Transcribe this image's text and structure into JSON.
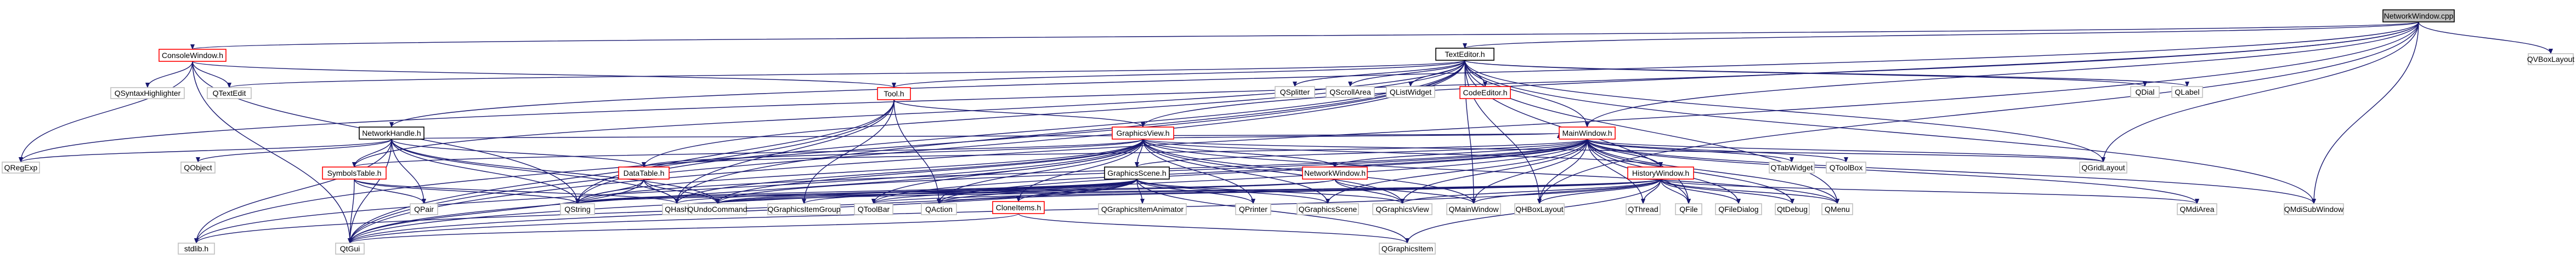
{
  "colors": {
    "edge": "#191970",
    "node_border_default": "#bfbfbf",
    "node_border_linked": "#ff0000",
    "node_fill_default": "#ffffff",
    "node_fill_root": "#bfbfbf",
    "root_border": "#000000"
  },
  "nodes": [
    {
      "id": "root",
      "label": "NetworkWindow.cpp",
      "style": "root"
    },
    {
      "id": "qvboxlayout",
      "label": "QVBoxLayout",
      "style": "plain"
    },
    {
      "id": "consolewindow",
      "label": "ConsoleWindow.h",
      "style": "linked"
    },
    {
      "id": "texteditor",
      "label": "TextEditor.h",
      "style": "normal"
    },
    {
      "id": "qsyntax",
      "label": "QSyntaxHighlighter",
      "style": "plain"
    },
    {
      "id": "qtextedit",
      "label": "QTextEdit",
      "style": "plain"
    },
    {
      "id": "tool",
      "label": "Tool.h",
      "style": "linked"
    },
    {
      "id": "qsplitter",
      "label": "QSplitter",
      "style": "plain"
    },
    {
      "id": "qscrollarea",
      "label": "QScrollArea",
      "style": "plain"
    },
    {
      "id": "qlistwidget",
      "label": "QListWidget",
      "style": "plain"
    },
    {
      "id": "codeeditor",
      "label": "CodeEditor.h",
      "style": "linked"
    },
    {
      "id": "qdial",
      "label": "QDial",
      "style": "plain"
    },
    {
      "id": "qlabel",
      "label": "QLabel",
      "style": "plain"
    },
    {
      "id": "networkhandle",
      "label": "NetworkHandle.h",
      "style": "normal"
    },
    {
      "id": "qregexp",
      "label": "QRegExp",
      "style": "plain"
    },
    {
      "id": "qobject",
      "label": "QObject",
      "style": "plain"
    },
    {
      "id": "graphicsview",
      "label": "GraphicsView.h",
      "style": "linked"
    },
    {
      "id": "mainwindow",
      "label": "MainWindow.h",
      "style": "linked"
    },
    {
      "id": "qtabwidget",
      "label": "QTabWidget",
      "style": "plain"
    },
    {
      "id": "qtoolbox",
      "label": "QToolBox",
      "style": "plain"
    },
    {
      "id": "qgridlayout",
      "label": "QGridLayout",
      "style": "plain"
    },
    {
      "id": "qmdisubwindow",
      "label": "QMdiSubWindow",
      "style": "plain"
    },
    {
      "id": "symbolstable",
      "label": "SymbolsTable.h",
      "style": "linked"
    },
    {
      "id": "datatable",
      "label": "DataTable.h",
      "style": "linked"
    },
    {
      "id": "graphicsscene",
      "label": "GraphicsScene.h",
      "style": "normal"
    },
    {
      "id": "networkwindow",
      "label": "NetworkWindow.h",
      "style": "linked"
    },
    {
      "id": "historywindow",
      "label": "HistoryWindow.h",
      "style": "linked"
    },
    {
      "id": "qpair",
      "label": "QPair",
      "style": "plain"
    },
    {
      "id": "qstring",
      "label": "QString",
      "style": "plain"
    },
    {
      "id": "qhash",
      "label": "QHash",
      "style": "plain"
    },
    {
      "id": "qundocommand",
      "label": "QUndoCommand",
      "style": "plain"
    },
    {
      "id": "qgraphicsitemgroup",
      "label": "QGraphicsItemGroup",
      "style": "plain"
    },
    {
      "id": "qtoolbar",
      "label": "QToolBar",
      "style": "plain"
    },
    {
      "id": "qaction",
      "label": "QAction",
      "style": "plain"
    },
    {
      "id": "cloneitems",
      "label": "CloneItems.h",
      "style": "linked"
    },
    {
      "id": "qgraphicsitemanimator",
      "label": "QGraphicsItemAnimator",
      "style": "plain"
    },
    {
      "id": "qprinter",
      "label": "QPrinter",
      "style": "plain"
    },
    {
      "id": "qgraphicsscene",
      "label": "QGraphicsScene",
      "style": "plain"
    },
    {
      "id": "qgraphicsview",
      "label": "QGraphicsView",
      "style": "plain"
    },
    {
      "id": "qmainwindow",
      "label": "QMainWindow",
      "style": "plain"
    },
    {
      "id": "qhboxlayout",
      "label": "QHBoxLayout",
      "style": "plain"
    },
    {
      "id": "qthread",
      "label": "QThread",
      "style": "plain"
    },
    {
      "id": "qfile",
      "label": "QFile",
      "style": "plain"
    },
    {
      "id": "qfiledialog",
      "label": "QFileDialog",
      "style": "plain"
    },
    {
      "id": "qcdebug",
      "label": "QtDebug",
      "style": "plain"
    },
    {
      "id": "qmenu",
      "label": "QMenu",
      "style": "plain"
    },
    {
      "id": "qmdiarea",
      "label": "QMdiArea",
      "style": "plain"
    },
    {
      "id": "stdlib",
      "label": "stdlib.h",
      "style": "plain"
    },
    {
      "id": "qgui",
      "label": "QtGui",
      "style": "plain"
    },
    {
      "id": "qgraphicsitem",
      "label": "QGraphicsItem",
      "style": "plain"
    }
  ],
  "edges": [
    [
      "root",
      "qvboxlayout"
    ],
    [
      "root",
      "consolewindow"
    ],
    [
      "root",
      "texteditor"
    ],
    [
      "root",
      "networkhandle"
    ],
    [
      "root",
      "mainwindow"
    ],
    [
      "root",
      "graphicsview"
    ],
    [
      "root",
      "qgui"
    ],
    [
      "root",
      "qregexp"
    ],
    [
      "root",
      "qgridlayout"
    ],
    [
      "root",
      "qmdisubwindow"
    ],
    [
      "root",
      "qhboxlayout"
    ],
    [
      "consolewindow",
      "qsyntax"
    ],
    [
      "consolewindow",
      "qtextedit"
    ],
    [
      "consolewindow",
      "tool"
    ],
    [
      "consolewindow",
      "qregexp"
    ],
    [
      "consolewindow",
      "qgui"
    ],
    [
      "consolewindow",
      "qstring"
    ],
    [
      "texteditor",
      "qsplitter"
    ],
    [
      "texteditor",
      "qscrollarea"
    ],
    [
      "texteditor",
      "qlistwidget"
    ],
    [
      "texteditor",
      "codeeditor"
    ],
    [
      "texteditor",
      "qdial"
    ],
    [
      "texteditor",
      "qlabel"
    ],
    [
      "texteditor",
      "qtextedit"
    ],
    [
      "texteditor",
      "tool"
    ],
    [
      "texteditor",
      "mainwindow"
    ],
    [
      "texteditor",
      "qgridlayout"
    ],
    [
      "texteditor",
      "qmdisubwindow"
    ],
    [
      "texteditor",
      "qgui"
    ],
    [
      "texteditor",
      "stdlib"
    ],
    [
      "texteditor",
      "symbolstable"
    ],
    [
      "texteditor",
      "datatable"
    ],
    [
      "texteditor",
      "qstring"
    ],
    [
      "texteditor",
      "qhash"
    ],
    [
      "texteditor",
      "qmainwindow"
    ],
    [
      "texteditor",
      "qhboxlayout"
    ],
    [
      "texteditor",
      "qmenu"
    ],
    [
      "texteditor",
      "qfile"
    ],
    [
      "tool",
      "graphicsview"
    ],
    [
      "tool",
      "qaction"
    ],
    [
      "tool",
      "qgui"
    ],
    [
      "tool",
      "qstring"
    ],
    [
      "tool",
      "qhash"
    ],
    [
      "tool",
      "qgraphicsitemgroup"
    ],
    [
      "networkhandle",
      "qobject"
    ],
    [
      "networkhandle",
      "qregexp"
    ],
    [
      "networkhandle",
      "symbolstable"
    ],
    [
      "networkhandle",
      "datatable"
    ],
    [
      "networkhandle",
      "qstring"
    ],
    [
      "networkhandle",
      "qhash"
    ],
    [
      "networkhandle",
      "qgui"
    ],
    [
      "networkhandle",
      "stdlib"
    ],
    [
      "networkhandle",
      "qpair"
    ],
    [
      "networkhandle",
      "mainwindow"
    ],
    [
      "networkhandle",
      "qundocommand"
    ],
    [
      "graphicsview",
      "graphicsscene"
    ],
    [
      "graphicsview",
      "mainwindow"
    ],
    [
      "graphicsview",
      "qgraphicsview"
    ],
    [
      "graphicsview",
      "qgraphicsscene"
    ],
    [
      "graphicsview",
      "qprinter"
    ],
    [
      "graphicsview",
      "qtoolbar"
    ],
    [
      "graphicsview",
      "qaction"
    ],
    [
      "graphicsview",
      "qmenu"
    ],
    [
      "graphicsview",
      "qgridlayout"
    ],
    [
      "graphicsview",
      "qundocommand"
    ],
    [
      "graphicsview",
      "qmainwindow"
    ],
    [
      "graphicsview",
      "networkwindow"
    ],
    [
      "graphicsview",
      "historywindow"
    ],
    [
      "graphicsview",
      "qstring"
    ],
    [
      "graphicsview",
      "qhash"
    ],
    [
      "graphicsview",
      "qgui"
    ],
    [
      "graphicsview",
      "stdlib"
    ],
    [
      "graphicsview",
      "cloneitems"
    ],
    [
      "graphicsview",
      "datatable"
    ],
    [
      "graphicsview",
      "symbolstable"
    ],
    [
      "mainwindow",
      "qtabwidget"
    ],
    [
      "mainwindow",
      "qtoolbox"
    ],
    [
      "mainwindow",
      "qgridlayout"
    ],
    [
      "mainwindow",
      "qmdisubwindow"
    ],
    [
      "mainwindow",
      "historywindow"
    ],
    [
      "mainwindow",
      "networkwindow"
    ],
    [
      "mainwindow",
      "qmdiarea"
    ],
    [
      "mainwindow",
      "qmainwindow"
    ],
    [
      "mainwindow",
      "qfile"
    ],
    [
      "mainwindow",
      "qfiledialog"
    ],
    [
      "mainwindow",
      "qcdebug"
    ],
    [
      "mainwindow",
      "qmenu"
    ],
    [
      "mainwindow",
      "qthread"
    ],
    [
      "mainwindow",
      "qhboxlayout"
    ],
    [
      "mainwindow",
      "qtoolbar"
    ],
    [
      "mainwindow",
      "qaction"
    ],
    [
      "mainwindow",
      "qundocommand"
    ],
    [
      "mainwindow",
      "graphicsscene"
    ],
    [
      "mainwindow",
      "qstring"
    ],
    [
      "mainwindow",
      "qgui"
    ],
    [
      "mainwindow",
      "datatable"
    ],
    [
      "mainwindow",
      "qgraphicsview"
    ],
    [
      "mainwindow",
      "qgraphicsscene"
    ],
    [
      "symbolstable",
      "qgui"
    ],
    [
      "symbolstable",
      "qstring"
    ],
    [
      "symbolstable",
      "qhash"
    ],
    [
      "symbolstable",
      "qpair"
    ],
    [
      "datatable",
      "qstring"
    ],
    [
      "datatable",
      "qhash"
    ],
    [
      "datatable",
      "qgui"
    ],
    [
      "datatable",
      "qundocommand"
    ],
    [
      "graphicsscene",
      "qgraphicsitemgroup"
    ],
    [
      "graphicsscene",
      "qgraphicsitemanimator"
    ],
    [
      "graphicsscene",
      "qundocommand"
    ],
    [
      "graphicsscene",
      "cloneitems"
    ],
    [
      "graphicsscene",
      "qgraphicsscene"
    ],
    [
      "graphicsscene",
      "qgraphicsitem"
    ],
    [
      "graphicsscene",
      "qgui"
    ],
    [
      "graphicsscene",
      "qstring"
    ],
    [
      "graphicsscene",
      "qhash"
    ],
    [
      "graphicsscene",
      "stdlib"
    ],
    [
      "graphicsscene",
      "qtoolbar"
    ],
    [
      "graphicsscene",
      "qaction"
    ],
    [
      "graphicsscene",
      "qprinter"
    ],
    [
      "graphicsscene",
      "qgraphicsview"
    ],
    [
      "networkwindow",
      "qmainwindow"
    ],
    [
      "networkwindow",
      "qgraphicsview"
    ],
    [
      "networkwindow",
      "qundocommand"
    ],
    [
      "networkwindow",
      "qstring"
    ],
    [
      "historywindow",
      "qundocommand"
    ],
    [
      "historywindow",
      "qmainwindow"
    ],
    [
      "historywindow",
      "qhboxlayout"
    ],
    [
      "historywindow",
      "qthread"
    ],
    [
      "historywindow",
      "qfile"
    ],
    [
      "historywindow",
      "qfiledialog"
    ],
    [
      "historywindow",
      "qcdebug"
    ],
    [
      "historywindow",
      "qmenu"
    ],
    [
      "historywindow",
      "qmdiarea"
    ],
    [
      "historywindow",
      "qgraphicsview"
    ],
    [
      "historywindow",
      "qstring"
    ],
    [
      "historywindow",
      "qgui"
    ],
    [
      "historywindow",
      "qgraphicsitem"
    ],
    [
      "historywindow",
      "qtoolbar"
    ],
    [
      "historywindow",
      "qaction"
    ],
    [
      "cloneitems",
      "qgraphicsitem"
    ],
    [
      "cloneitems",
      "qgui"
    ]
  ]
}
